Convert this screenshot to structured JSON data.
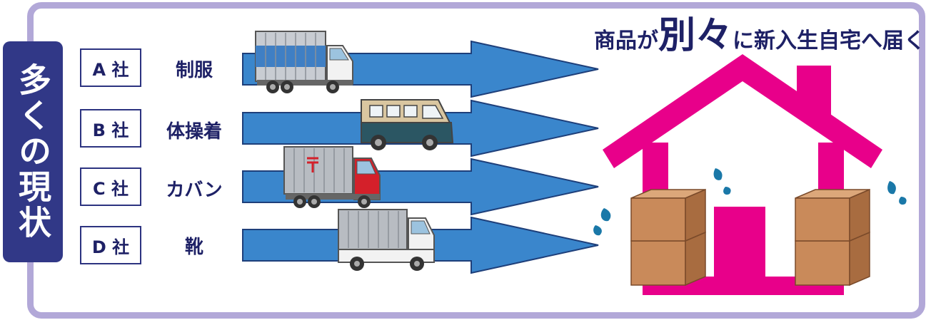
{
  "side_label": "多くの現状",
  "headline": {
    "before": "商品が",
    "emphasis": "別々",
    "after": "に新入生自宅へ届く"
  },
  "rows": [
    {
      "company": "A 社",
      "item": "制服",
      "vehicle": "box-truck-icon"
    },
    {
      "company": "B 社",
      "item": "体操着",
      "vehicle": "van-icon"
    },
    {
      "company": "C 社",
      "item": "カバン",
      "vehicle": "postal-truck-icon"
    },
    {
      "company": "D 社",
      "item": "靴",
      "vehicle": "small-truck-icon"
    }
  ],
  "colors": {
    "frame": "#b2a8d8",
    "side_label_bg": "#313887",
    "arrow": "#3a86cc",
    "house": "#e8008a",
    "box": "#c98a5a",
    "text": "#1e2166"
  }
}
